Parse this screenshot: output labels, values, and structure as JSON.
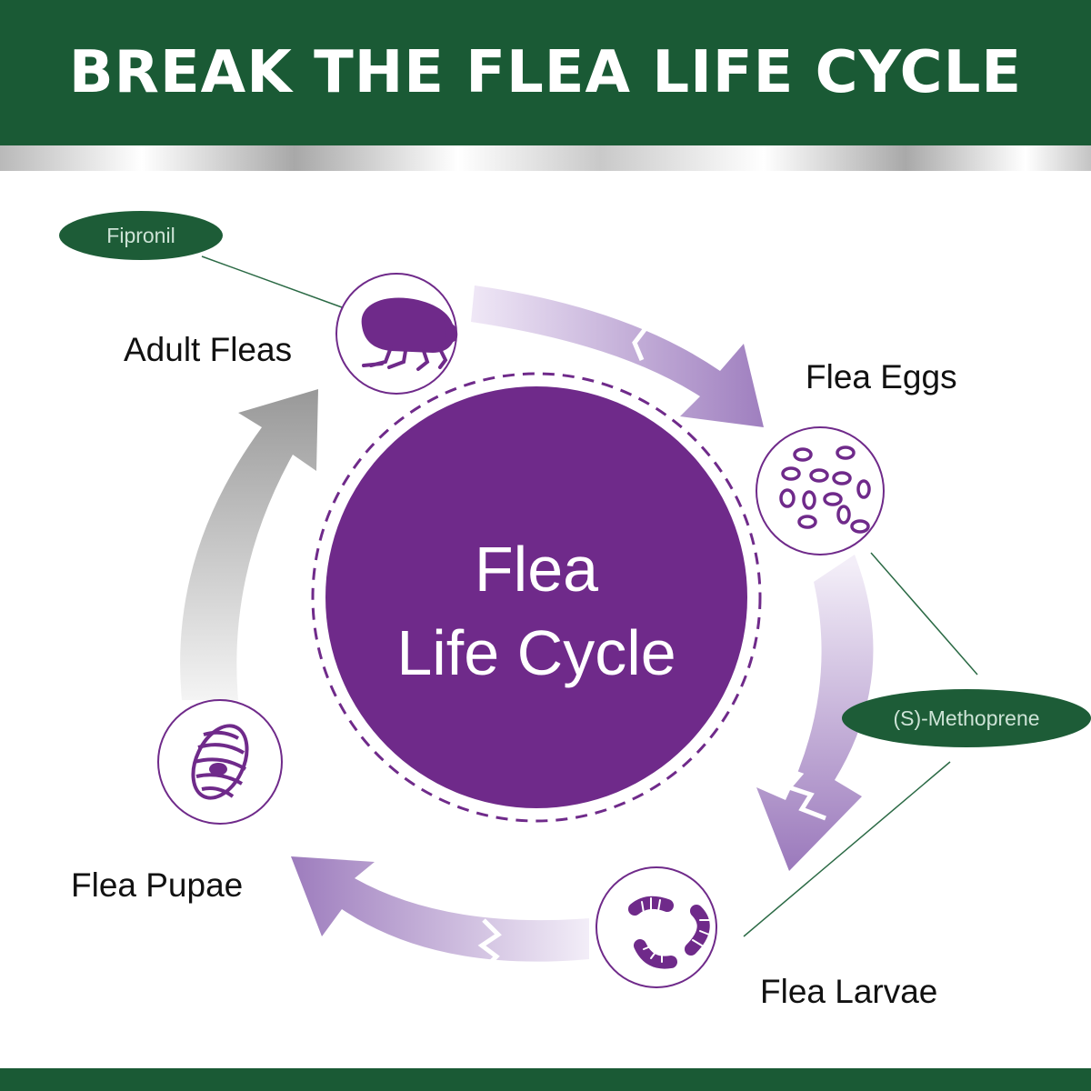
{
  "header": {
    "title": "BREAK THE FLEA LIFE CYCLE"
  },
  "center": {
    "line1": "Flea",
    "line2": "Life Cycle"
  },
  "stages": {
    "adult": "Adult Fleas",
    "eggs": "Flea Eggs",
    "larvae": "Flea Larvae",
    "pupae": "Flea Pupae"
  },
  "treatments": {
    "adulticide": "Fipronil",
    "growth_regulator": "(S)-Methoprene"
  },
  "icons": {
    "adult": "flea-icon",
    "eggs": "eggs-icon",
    "larvae": "larvae-icon",
    "pupae": "pupa-icon"
  },
  "colors": {
    "header_green": "#1a5a35",
    "purple": "#6f2a8a",
    "arrow_purple": "#a98cc4",
    "arrow_gray": "#a6a6a6"
  }
}
